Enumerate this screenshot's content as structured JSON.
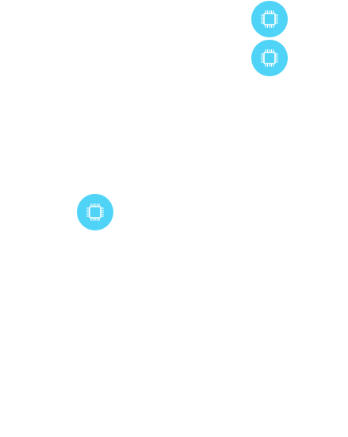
{
  "colors": {
    "button_fill": "#4fd4f8",
    "icon_stroke": "#ffffff"
  },
  "icons": [
    {
      "id": "chip-1",
      "icon": "cpu-chip-icon"
    },
    {
      "id": "chip-2",
      "icon": "cpu-chip-icon"
    },
    {
      "id": "chip-3",
      "icon": "cpu-chip-icon"
    }
  ]
}
